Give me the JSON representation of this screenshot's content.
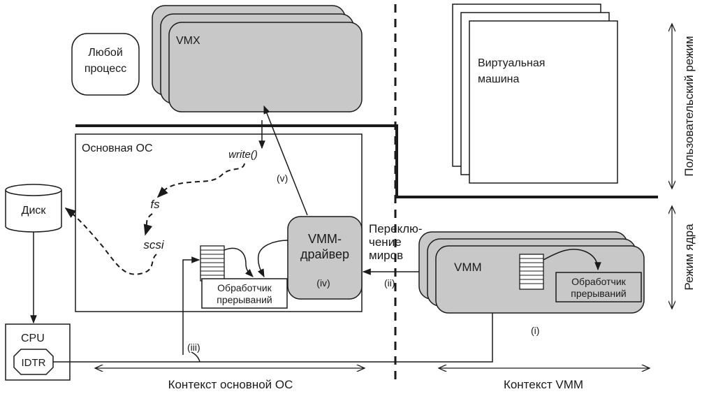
{
  "labels": {
    "any_process_line1": "Любой",
    "any_process_line2": "процесс",
    "vmx": "VMX",
    "vm_line1": "Виртуальная",
    "vm_line2": "машина",
    "user_mode": "Пользовательский режим",
    "kernel_mode": "Режим ядра",
    "host_os": "Основная ОС",
    "write_call": "write()",
    "fs": "fs",
    "scsi": "scsi",
    "vmm_driver_line1": "VMM-",
    "vmm_driver_line2": "драйвер",
    "label_v": "(v)",
    "label_iv": "(iv)",
    "label_iii": "(iii)",
    "label_ii": "(ii)",
    "label_i": "(i)",
    "interrupt_handler_line1": "Обработчик",
    "interrupt_handler_line2": "прерываний",
    "world_switch_line1": "Переклю-",
    "world_switch_line2": "чение",
    "world_switch_line3": "миров",
    "disk": "Диск",
    "cpu": "CPU",
    "idtr": "IDTR",
    "vmm": "VMM",
    "host_context": "Контекст основной ОС",
    "vmm_context": "Контекст VMM"
  },
  "colors": {
    "box_fill": "#c8c8c8",
    "line": "#1a1a1a",
    "background": "#ffffff"
  }
}
